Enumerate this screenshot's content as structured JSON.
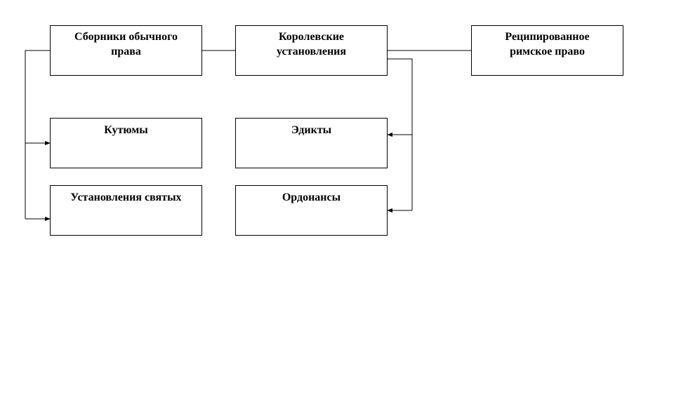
{
  "diagram": {
    "customary_collections": {
      "line1": "Сборники обычного",
      "line2": "права"
    },
    "royal_enactments": {
      "line1": "Королевские",
      "line2": "установления"
    },
    "received_roman_law": {
      "line1": "Реципированное",
      "line2": "римское право"
    },
    "kutyumy": "Кутюмы",
    "saints_enactments": "Установления святых",
    "edicts": "Эдикты",
    "ordonances": "Ордонансы"
  }
}
